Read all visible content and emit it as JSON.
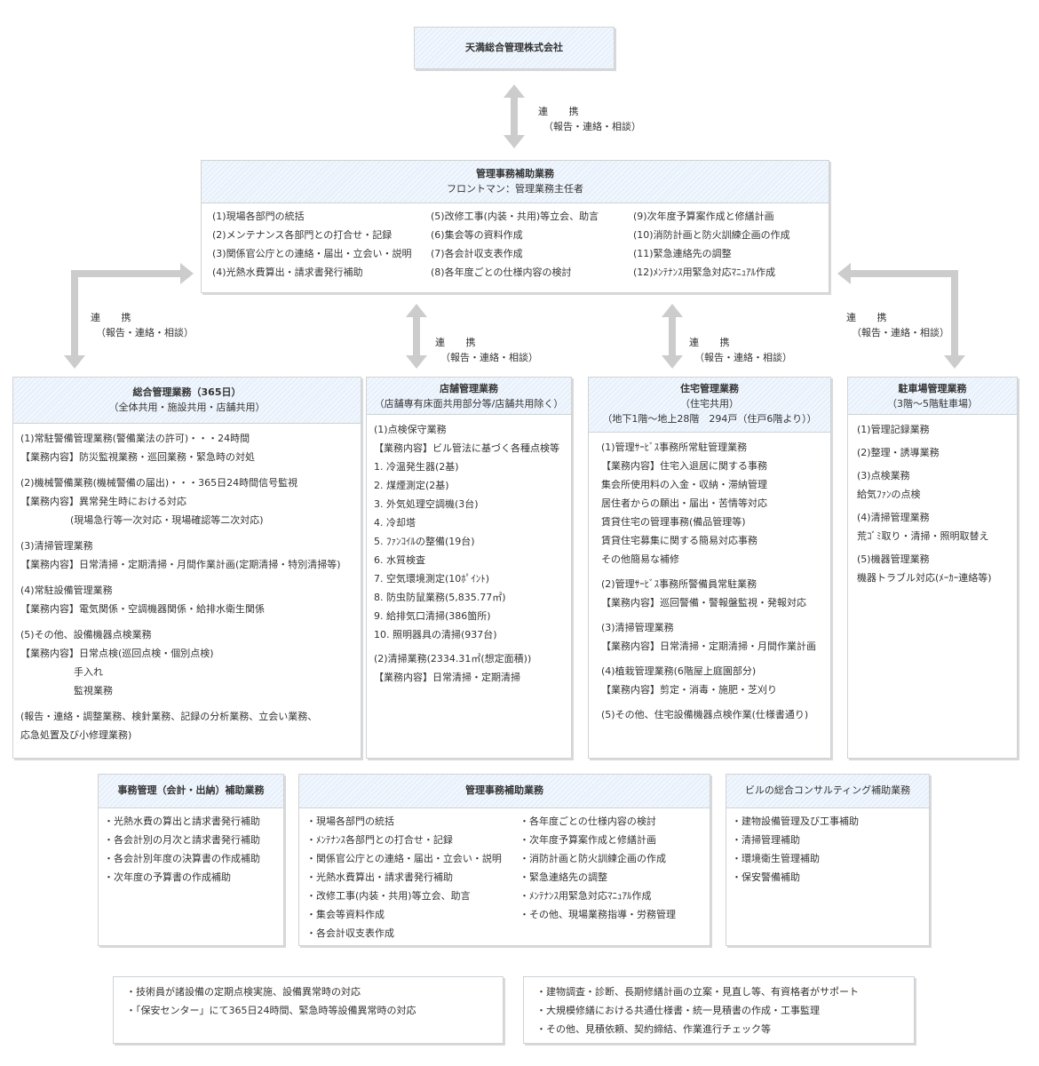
{
  "company": {
    "name": "天満総合管理株式会社"
  },
  "link": {
    "title": "連 携",
    "sub": "（報告・連絡・相談）"
  },
  "front": {
    "title": "管理事務補助業務",
    "subtitle": "フロントマン：管理業務主任者",
    "col1": [
      "(1)現場各部門の統括",
      "(2)メンテナンス各部門との打合せ・記録",
      "(3)関係官公庁との連絡・届出・立会い・説明",
      "(4)光熱水費算出・請求書発行補助"
    ],
    "col2": [
      "(5)改修工事(内装・共用)等立会、助言",
      "(6)集会等の資料作成",
      "(7)各会計収支表作成",
      "(8)各年度ごとの仕様内容の検討"
    ],
    "col3": [
      "(9)次年度予算案作成と修繕計画",
      "(10)消防計画と防火訓練企画の作成",
      "(11)緊急連絡先の調整",
      "(12)ﾒﾝﾃﾅﾝｽ用緊急対応ﾏﾆｭｱﾙ作成"
    ]
  },
  "general": {
    "title": "総合管理業務（365日）",
    "subtitle": "（全体共用・施設共用・店舗共用）",
    "s1": [
      "(1)常駐警備管理業務(警備業法の許可)・・・24時間",
      "【業務内容】防災監視業務・巡回業務・緊急時の対処"
    ],
    "s2": [
      "(2)機械警備業務(機械警備の届出)・・・365日24時間信号監視",
      "【業務内容】異常発生時における対応",
      "(現場急行等一次対応・現場確認等二次対応)"
    ],
    "s3": [
      "(3)清掃管理業務",
      "【業務内容】日常清掃・定期清掃・月間作業計画(定期清掃・特別清掃等)"
    ],
    "s4": [
      "(4)常駐設備管理業務",
      "【業務内容】電気関係・空調機器関係・給排水衛生関係"
    ],
    "s5": [
      "(5)その他、設備機器点検業務",
      "【業務内容】日常点検(巡回点検・個別点検)",
      "手入れ",
      "監視業務"
    ],
    "s6": [
      "(報告・連絡・調整業務、検針業務、記録の分析業務、立会い業務、",
      "応急処置及び小修理業務)"
    ]
  },
  "store": {
    "title": "店舗管理業務",
    "subtitle": "（店舗専有床面共用部分等/店舗共用除く）",
    "s1": [
      "(1)点検保守業務",
      "【業務内容】ビル管法に基づく各種点検等",
      "1. 冷温発生器(2基)",
      "2. 煤煙測定(2基)",
      "3. 外気処理空調機(3台)",
      "4. 冷却塔",
      "5. ﾌｧﾝｺｲﾙの整備(19台)",
      "6. 水質検査",
      "7. 空気環境測定(10ﾎﾟｲﾝﾄ)",
      "8. 防虫防鼠業務(5,835.77㎡)",
      "9. 給排気口清掃(386箇所)",
      "10. 照明器具の清掃(937台)"
    ],
    "s2": [
      "(2)清掃業務(2334.31㎡(想定面積))",
      "【業務内容】日常清掃・定期清掃"
    ]
  },
  "residential": {
    "title": "住宅管理業務",
    "subtitle": "（住宅共用）",
    "subtitle2": "（地下1階～地上28階　294戸（住戸6階より））",
    "s1": [
      "(1)管理ｻｰﾋﾞｽ事務所常駐管理業務",
      "【業務内容】住宅入退居に関する事務",
      "集会所使用料の入金・収納・滞納管理",
      "居住者からの願出・届出・苦情等対応",
      "賃貸住宅の管理事務(備品管理等)",
      "賃貸住宅募集に関する簡易対応事務",
      "その他簡易な補修"
    ],
    "s2": [
      "(2)管理ｻｰﾋﾞｽ事務所警備員常駐業務",
      "【業務内容】巡回警備・警報盤監視・発報対応"
    ],
    "s3": [
      "(3)清掃管理業務",
      "【業務内容】日常清掃・定期清掃・月間作業計画"
    ],
    "s4": [
      "(4)植栽管理業務(6階屋上庭園部分)",
      "【業務内容】剪定・消毒・施肥・芝刈り"
    ],
    "s5": [
      "(5)その他、住宅設備機器点検作業(仕様書通り)"
    ]
  },
  "parking": {
    "title": "駐車場管理業務",
    "subtitle": "（3階～5階駐車場）",
    "s1": [
      "(1)管理記録業務"
    ],
    "s2": [
      "(2)整理・誘導業務"
    ],
    "s3": [
      "(3)点検業務",
      "給気ﾌｧﾝの点検"
    ],
    "s4": [
      "(4)清掃管理業務",
      "荒ｺﾞﾐ取り・清掃・照明取替え"
    ],
    "s5": [
      "(5)機器管理業務",
      "機器トラブル対応(ﾒｰｶｰ連絡等)"
    ]
  },
  "accounting": {
    "title": "事務管理（会計・出納）補助業務",
    "items": [
      "・光熱水費の算出と請求書発行補助",
      "・各会計別の月次と請求書発行補助",
      "・各会計別年度の決算書の作成補助",
      "・次年度の予算書の作成補助"
    ]
  },
  "admin": {
    "title": "管理事務補助業務",
    "col1": [
      "・現場各部門の統括",
      "・ﾒﾝﾃﾅﾝｽ各部門との打合せ・記録",
      "・関係官公庁との連絡・届出・立会い・説明",
      "・光熱水費算出・請求書発行補助",
      "・改修工事(内装・共用)等立会、助言",
      "・集会等資料作成",
      "・各会計収支表作成"
    ],
    "col2": [
      "・各年度ごとの仕様内容の検討",
      "・次年度予算案作成と修繕計画",
      "・消防計画と防火訓練企画の作成",
      "・緊急連絡先の調整",
      "・ﾒﾝﾃﾅﾝｽ用緊急対応ﾏﾆｭｱﾙ作成",
      "・その他、現場業務指導・労務管理"
    ]
  },
  "consulting": {
    "title": "ビルの総合コンサルティング補助業務",
    "items": [
      "・建物設備管理及び工事補助",
      "・清掃管理補助",
      "・環境衛生管理補助",
      "・保安警備補助"
    ]
  },
  "note_left": {
    "items": [
      "・技術員が諸設備の定期点検実施、設備異常時の対応",
      "・「保安センター」にて365日24時間、緊急時等設備異常時の対応"
    ]
  },
  "note_right": {
    "items": [
      "・建物調査・診断、長期修繕計画の立案・見直し等、有資格者がサポート",
      "・大規模修繕における共通仕様書・統一見積書の作成・工事監理",
      "・その他、見積依頼、契約締結、作業進行チェック等"
    ]
  }
}
